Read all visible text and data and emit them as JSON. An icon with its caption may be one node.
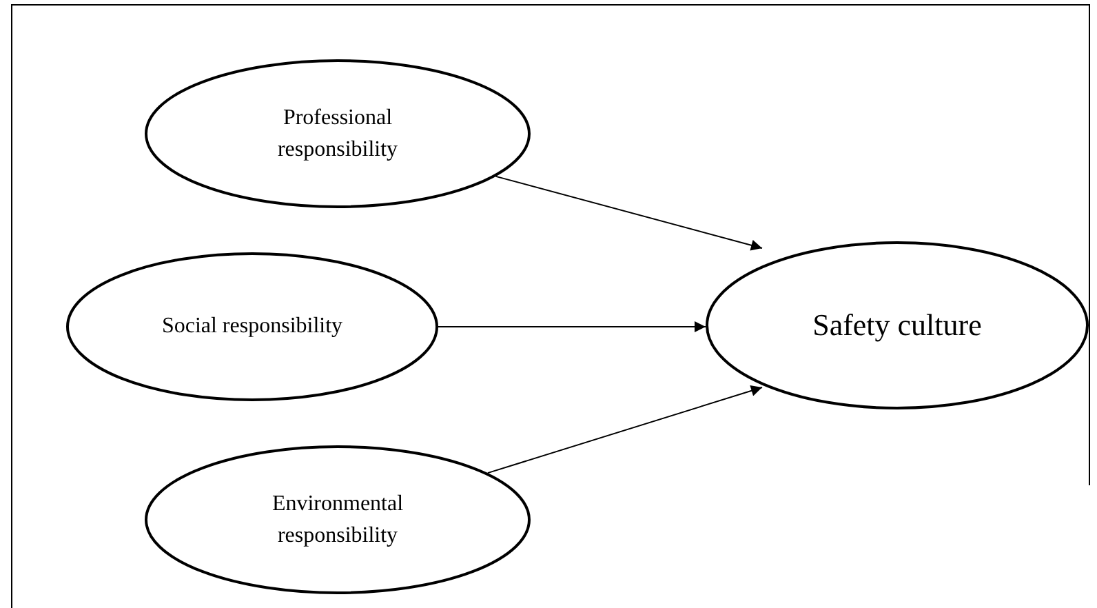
{
  "diagram": {
    "nodes": [
      {
        "text": [
          "Professional responsibility"
        ]
      },
      {
        "text": [
          "Social responsibility"
        ]
      },
      {
        "text": [
          "Environmental responsibility"
        ]
      },
      {
        "text": [
          "Safety culture"
        ]
      }
    ],
    "edges": [
      {
        "from": 0,
        "to": 3,
        "arrow": "to"
      },
      {
        "from": 1,
        "to": 3,
        "arrow": "to"
      },
      {
        "from": 2,
        "to": 3,
        "arrow": "to"
      }
    ]
  }
}
